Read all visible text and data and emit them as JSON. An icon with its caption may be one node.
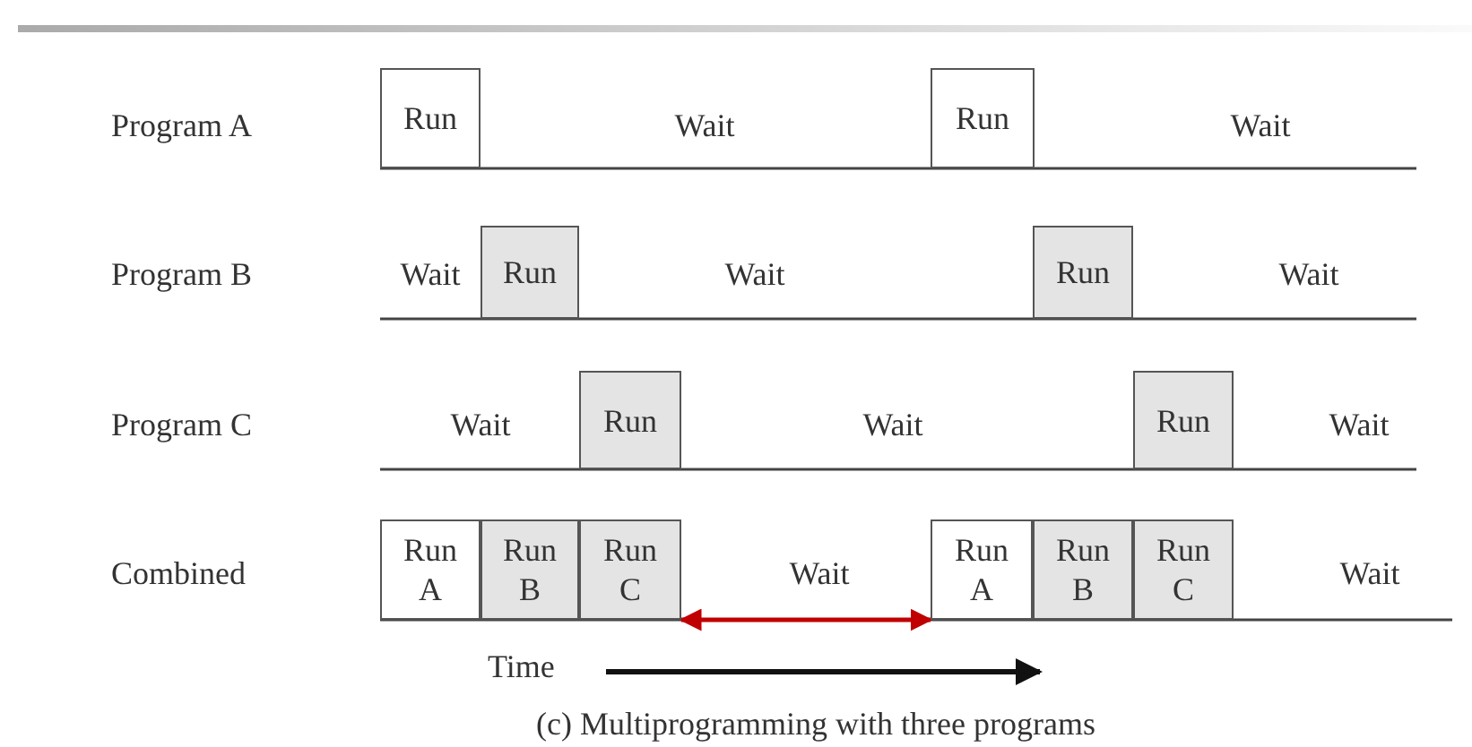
{
  "diagram": {
    "caption": "(c) Multiprogramming with three programs",
    "nodes": [
      {
        "text": [
          "Run"
        ]
      },
      {
        "text": [
          "Run"
        ]
      },
      {
        "text": [
          "Run"
        ]
      },
      {
        "text": [
          "Run"
        ]
      },
      {
        "text": [
          "Run"
        ]
      },
      {
        "text": [
          "Run"
        ]
      },
      {
        "text": [
          "Run A"
        ]
      },
      {
        "text": [
          "Run B"
        ]
      },
      {
        "text": [
          "Run C"
        ]
      },
      {
        "text": [
          "Run A"
        ]
      },
      {
        "text": [
          "Run B"
        ]
      },
      {
        "text": [
          "Run C"
        ]
      }
    ],
    "edges": [
      {
        "from": 8,
        "to": 9,
        "arrow": "both",
        "color": "#c00000"
      }
    ],
    "labels": [
      "Program A",
      "Wait",
      "Wait",
      "Program B",
      "Wait",
      "Wait",
      "Wait",
      "Program C",
      "Wait",
      "Wait",
      "Wait",
      "Combined",
      "Wait",
      "Wait",
      "Time"
    ]
  }
}
